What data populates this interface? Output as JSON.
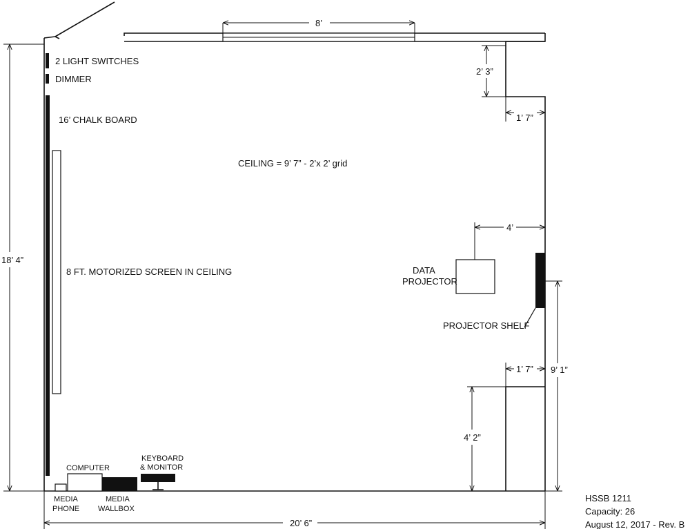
{
  "labels": {
    "light_switches": "2 LIGHT SWITCHES",
    "dimmer": "DIMMER",
    "chalk_board": "16’ CHALK BOARD",
    "ceiling": "CEILING = 9’ 7” - 2’x 2’ grid",
    "screen": "8 FT. MOTORIZED SCREEN IN CEILING",
    "data_projector_line1": "DATA",
    "data_projector_line2": "PROJECTOR",
    "projector_shelf": "PROJECTOR SHELF",
    "computer": "COMPUTER",
    "keyboard_line1": "KEYBOARD",
    "keyboard_line2": "& MONITOR",
    "media_phone_line1": "MEDIA",
    "media_phone_line2": "PHONE",
    "media_wallbox_line1": "MEDIA",
    "media_wallbox_line2": "WALLBOX"
  },
  "dimensions": {
    "window_width": "8’",
    "upper_notch_depth": "2’ 3”",
    "upper_notch_width": "1’ 7”",
    "projector_offset": "4’",
    "lower_notch_width": "1’ 7”",
    "lower_notch_height": "4’ 2”",
    "shelf_height": "9’ 1”",
    "room_depth": "18’ 4”",
    "room_width": "20’ 6”"
  },
  "info": {
    "room": "HSSB 1211",
    "capacity": "Capacity: 26",
    "revision": "August 12, 2017 - Rev. B"
  }
}
